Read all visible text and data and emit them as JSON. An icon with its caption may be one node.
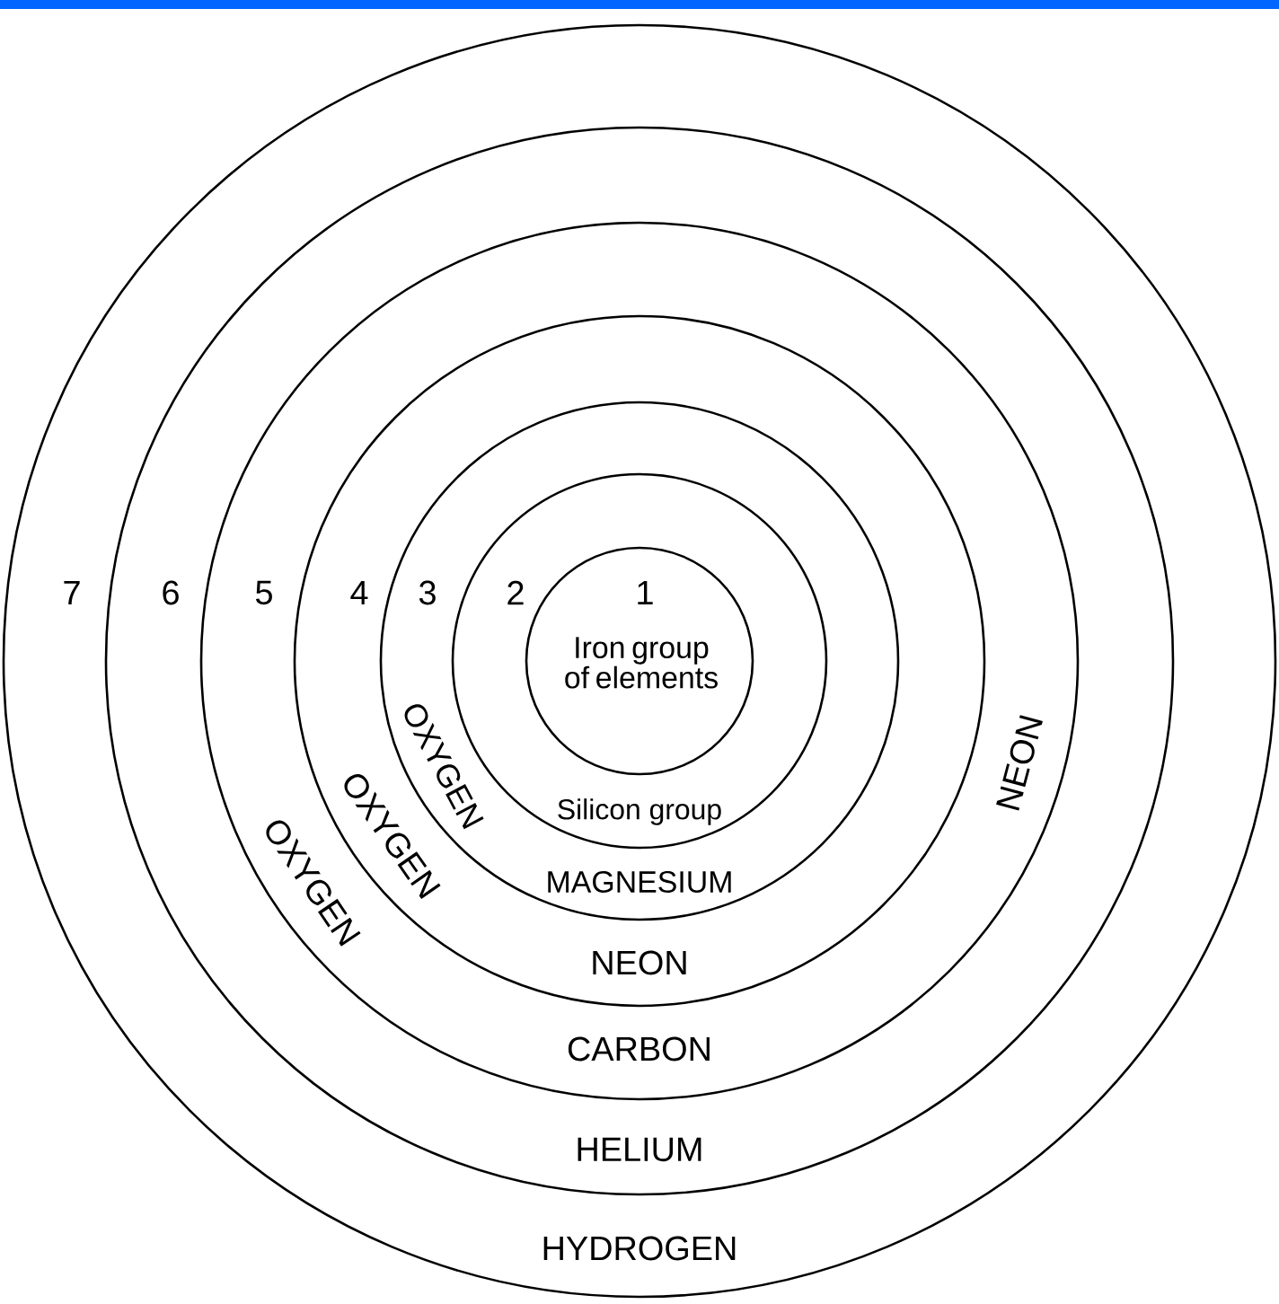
{
  "diagram": {
    "nodes": [
      {
        "text": [
          "7",
          "HYDROGEN"
        ]
      },
      {
        "text": [
          "6",
          "HELIUM"
        ],
        "in": 0
      },
      {
        "text": [
          "5",
          "OXYGEN",
          "CARBON",
          "NEON"
        ],
        "in": 1
      },
      {
        "text": [
          "4",
          "OXYGEN",
          "NEON"
        ],
        "in": 2
      },
      {
        "text": [
          "3",
          "OXYGEN",
          "MAGNESIUM"
        ],
        "in": 3
      },
      {
        "text": [
          "2",
          "Silicon group"
        ],
        "in": 4
      },
      {
        "text": [
          "1",
          "Iron group of elements"
        ],
        "in": 5
      }
    ]
  }
}
